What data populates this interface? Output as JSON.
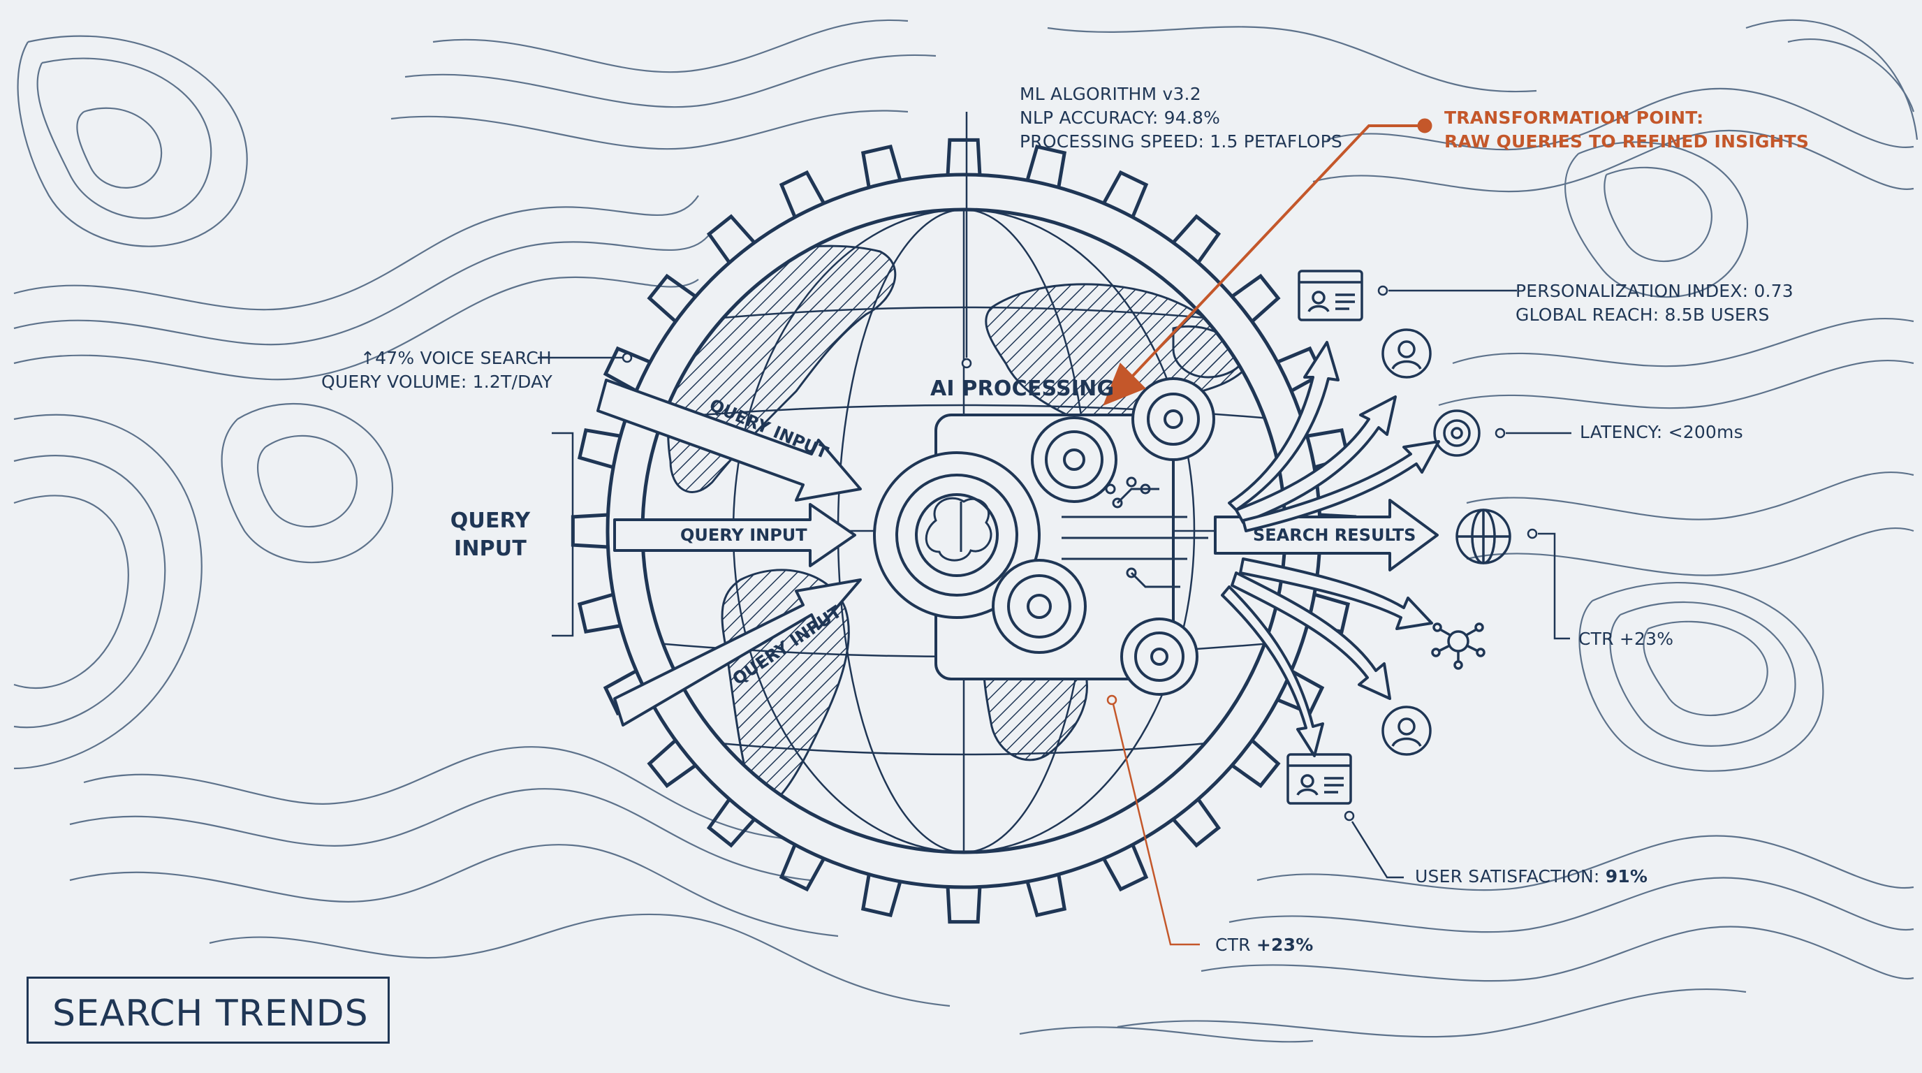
{
  "title": "SEARCH TRENDS",
  "center_label": "AI PROCESSING",
  "query_input_label": "QUERY INPUT",
  "arrow_labels": {
    "upper": "QUERY INPUT",
    "middle": "QUERY INPUT",
    "lower": "QUERY INPUT",
    "output": "SEARCH RESULTS"
  },
  "ml_specs": [
    "ML ALGORITHM v3.2",
    "NLP ACCURACY: 94.8%",
    "PROCESSING SPEED: 1.5 PETAFLOPS"
  ],
  "transformation": [
    "TRANSFORMATION POINT:",
    "RAW QUERIES TO REFINED INSIGHTS"
  ],
  "voice_search": [
    "↑47% VOICE SEARCH",
    "QUERY VOLUME: 1.2T/DAY"
  ],
  "personalization": [
    "PERSONALIZATION INDEX: 0.73",
    "GLOBAL REACH: 8.5B USERS"
  ],
  "latency": "LATENCY: <200ms",
  "ctr_right": "CTR +23%",
  "user_satisfaction": {
    "label": "USER SATISFACTION: ",
    "value": "91%"
  },
  "ctr_bottom": {
    "label": "CTR ",
    "value": "+23%"
  },
  "icons": [
    "profile-card-icon",
    "user-circle-icon",
    "target-gear-icon",
    "globe-icon",
    "network-node-icon",
    "user-circle-icon",
    "profile-card-icon"
  ],
  "colors": {
    "ink": "#1f3655",
    "accent": "#c4572a",
    "paper": "#eef1f4"
  }
}
